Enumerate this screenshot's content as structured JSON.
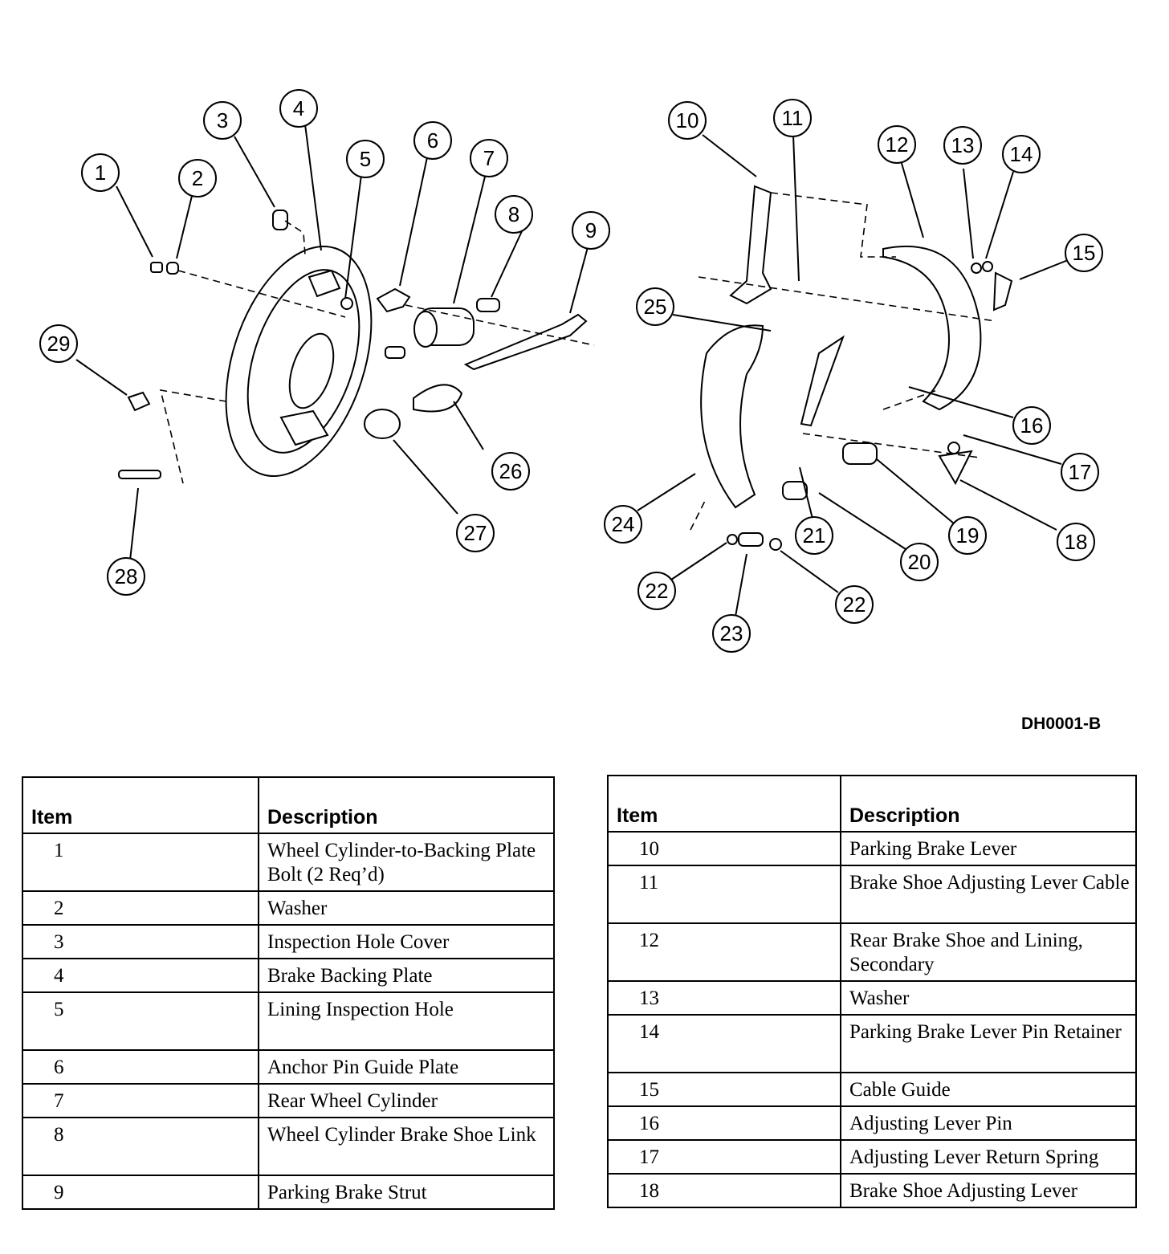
{
  "figure_code": "DH0001-B",
  "callouts": [
    "1",
    "2",
    "3",
    "4",
    "5",
    "6",
    "7",
    "8",
    "9",
    "10",
    "11",
    "12",
    "13",
    "14",
    "15",
    "16",
    "17",
    "18",
    "19",
    "20",
    "21",
    "22",
    "22",
    "23",
    "24",
    "25",
    "26",
    "27",
    "28",
    "29"
  ],
  "table_left": {
    "headers": {
      "item": "Item",
      "description": "Description"
    },
    "rows": [
      {
        "item": "1",
        "description": "Wheel Cylinder-to-Backing Plate Bolt (2 Req’d)"
      },
      {
        "item": "2",
        "description": "Washer"
      },
      {
        "item": "3",
        "description": "Inspection Hole Cover"
      },
      {
        "item": "4",
        "description": "Brake Backing Plate"
      },
      {
        "item": "5",
        "description": "Lining Inspection Hole"
      },
      {
        "item": "6",
        "description": "Anchor Pin Guide Plate"
      },
      {
        "item": "7",
        "description": "Rear Wheel Cylinder"
      },
      {
        "item": "8",
        "description": "Wheel Cylinder Brake Shoe Link"
      },
      {
        "item": "9",
        "description": "Parking Brake Strut"
      }
    ]
  },
  "table_right": {
    "headers": {
      "item": "Item",
      "description": "Description"
    },
    "rows": [
      {
        "item": "10",
        "description": "Parking Brake Lever"
      },
      {
        "item": "11",
        "description": "Brake Shoe Adjusting Lever Cable"
      },
      {
        "item": "12",
        "description": "Rear Brake Shoe and Lining, Secondary"
      },
      {
        "item": "13",
        "description": "Washer"
      },
      {
        "item": "14",
        "description": "Parking Brake Lever Pin Retainer"
      },
      {
        "item": "15",
        "description": "Cable Guide"
      },
      {
        "item": "16",
        "description": "Adjusting Lever Pin"
      },
      {
        "item": "17",
        "description": "Adjusting Lever Return Spring"
      },
      {
        "item": "18",
        "description": "Brake Shoe Adjusting Lever"
      }
    ]
  }
}
